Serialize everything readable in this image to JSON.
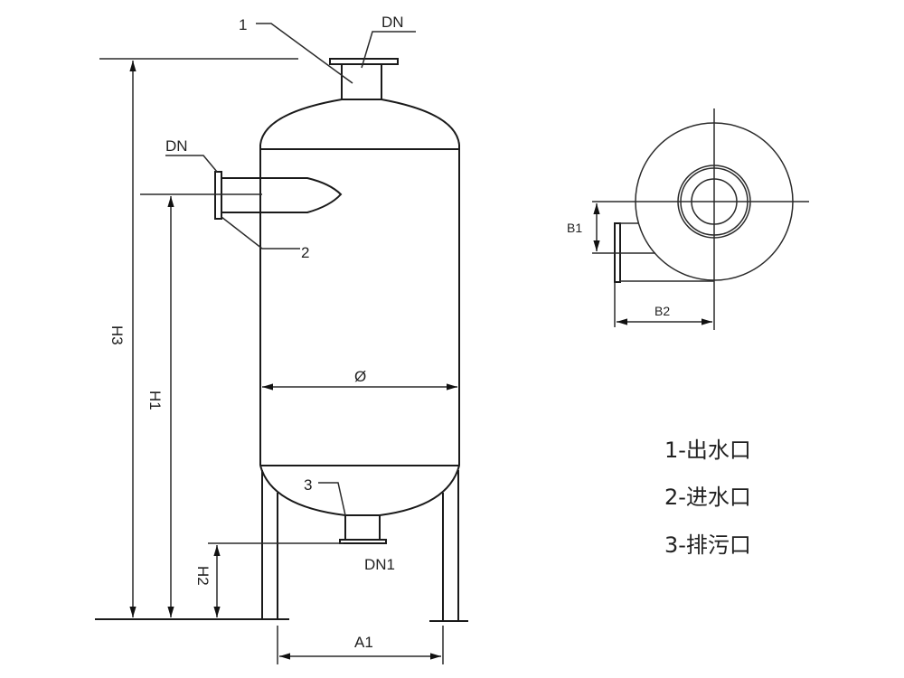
{
  "labels": {
    "outlet_num": "1",
    "inlet_num": "2",
    "drain_num": "3",
    "outlet_dn": "DN",
    "inlet_dn": "DN",
    "drain_dn": "DN1",
    "h1": "H1",
    "h2": "H2",
    "h3": "H3",
    "diameter": "Ø",
    "a1": "A1",
    "b1": "B1",
    "b2": "B2"
  },
  "legend": [
    "1-出水口",
    "2-进水口",
    "3-排污口"
  ]
}
